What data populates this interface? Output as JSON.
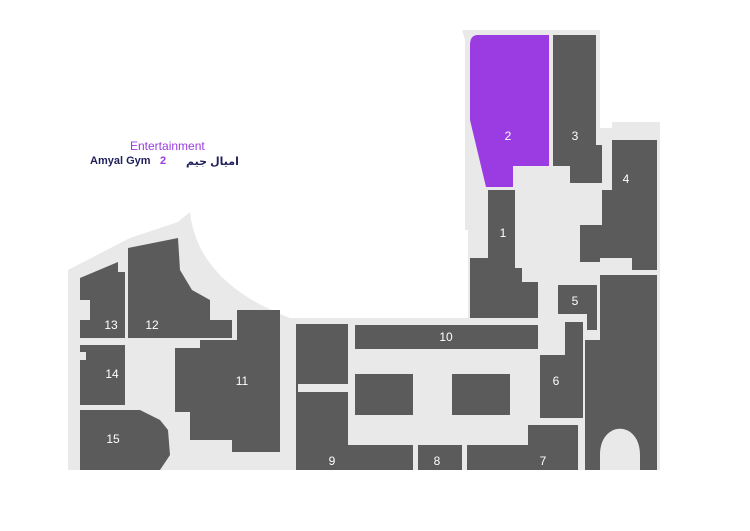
{
  "legend": {
    "category": "Entertainment",
    "entries": [
      {
        "name_en": "Amyal Gym",
        "number": "2",
        "name_ar": "اميال جيم"
      }
    ]
  },
  "colors": {
    "background": "#ffffff",
    "floor": "#e9e9e9",
    "unit": "#5b5b5b",
    "highlight": "#9b3be2",
    "unit_text": "#ffffff",
    "legend_text": "#1f1f5a"
  },
  "units": [
    {
      "id": "1",
      "label": "1",
      "highlighted": false
    },
    {
      "id": "2",
      "label": "2",
      "highlighted": true
    },
    {
      "id": "3",
      "label": "3",
      "highlighted": false
    },
    {
      "id": "4",
      "label": "4",
      "highlighted": false
    },
    {
      "id": "5",
      "label": "5",
      "highlighted": false
    },
    {
      "id": "6",
      "label": "6",
      "highlighted": false
    },
    {
      "id": "7",
      "label": "7",
      "highlighted": false
    },
    {
      "id": "8",
      "label": "8",
      "highlighted": false
    },
    {
      "id": "9",
      "label": "9",
      "highlighted": false
    },
    {
      "id": "10",
      "label": "10",
      "highlighted": false
    },
    {
      "id": "11",
      "label": "11",
      "highlighted": false
    },
    {
      "id": "12",
      "label": "12",
      "highlighted": false
    },
    {
      "id": "13",
      "label": "13",
      "highlighted": false
    },
    {
      "id": "14",
      "label": "14",
      "highlighted": false
    },
    {
      "id": "15",
      "label": "15",
      "highlighted": false
    }
  ]
}
